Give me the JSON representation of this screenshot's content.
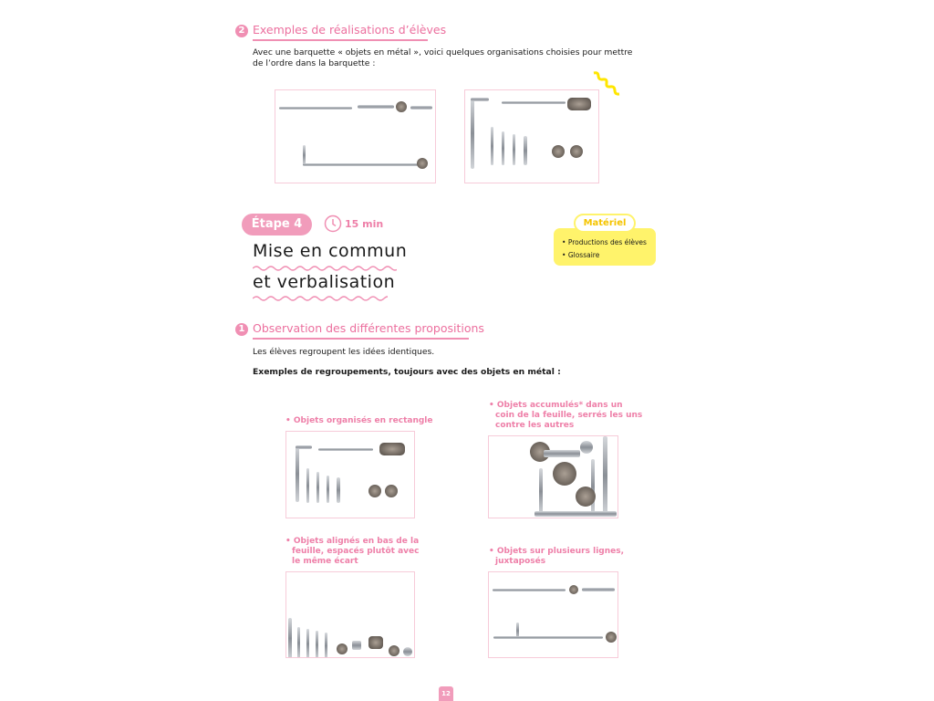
{
  "section2": {
    "number": "2",
    "title": "Exemples de réalisations d’élèves",
    "text_line1": "Avec une barquette « objets en métal », voici quelques organisations choisies pour mettre",
    "text_line2": "de l’ordre dans la barquette :"
  },
  "step": {
    "label": "Étape 4",
    "duration": "15 min",
    "title_line1": "Mise en commun",
    "title_line2": "et verbalisation"
  },
  "materiel": {
    "title": "Matériel",
    "items": [
      "Productions des élèves",
      "Glossaire"
    ]
  },
  "section1": {
    "number": "1",
    "title": "Observation des différentes propositions",
    "text": "Les élèves regroupent les idées identiques.",
    "subtitle": "Exemples de regroupements, toujours avec des objets en métal :"
  },
  "examples": [
    {
      "line1": "• Objets organisés en rectangle"
    },
    {
      "line1": "• Objets accumulés* dans un",
      "line2": "coin de la feuille, serrés les uns",
      "line3": "contre les autres"
    },
    {
      "line1": "• Objets alignés en bas de la",
      "line2": "feuille, espacés plutôt avec",
      "line3": "le même écart"
    },
    {
      "line1": "• Objets sur plusieurs lignes,",
      "line2": "juxtaposés"
    }
  ],
  "page_number": "12",
  "colors": {
    "pink": "#f08fb3",
    "yellow": "#fff36b"
  }
}
